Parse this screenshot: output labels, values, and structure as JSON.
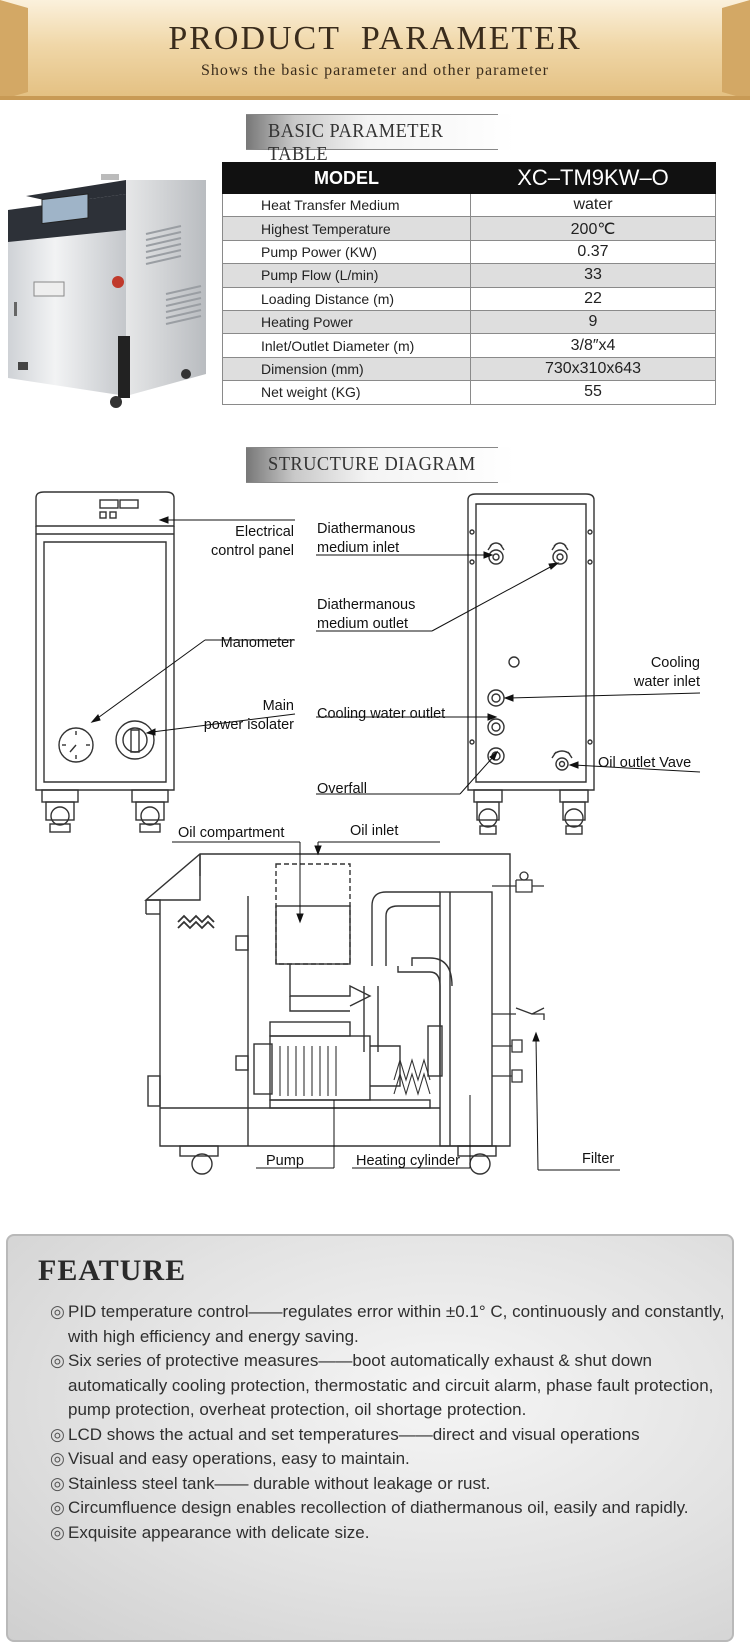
{
  "banner": {
    "title": "PRODUCT  PARAMETER",
    "subtitle": "Shows the basic parameter and other parameter"
  },
  "basic_section": {
    "heading": "BASIC PARAMETER TABLE",
    "header": [
      "MODEL",
      "XC–TM9KW–O"
    ],
    "rows": [
      [
        "Heat Transfer Medium",
        "water"
      ],
      [
        "Highest Temperature",
        "200℃"
      ],
      [
        "Pump Power (KW)",
        "0.37"
      ],
      [
        "Pump Flow (L/min)",
        "33"
      ],
      [
        "Loading Distance (m)",
        "22"
      ],
      [
        "Heating Power",
        "9"
      ],
      [
        "Inlet/Outlet Diameter (m)",
        "3/8″x4"
      ],
      [
        "Dimension (mm)",
        "730x310x643"
      ],
      [
        "Net weight (KG)",
        "55"
      ]
    ]
  },
  "structure_section": {
    "heading": "STRUCTURE DIAGRAM",
    "front_labels": {
      "electrical_1": "Electrical",
      "electrical_2": "control panel",
      "manometer": "Manometer",
      "main_1": "Main",
      "main_2": "power isolater"
    },
    "back_labels": {
      "dia_in_1": "Diathermanous",
      "dia_in_2": "medium inlet",
      "dia_out_1": "Diathermanous",
      "dia_out_2": "medium outlet",
      "cooling_in_1": "Cooling",
      "cooling_in_2": "water inlet",
      "cooling_out": "Cooling water outlet",
      "oil_outlet": "Oil outlet Vave",
      "overfall": "Overfall"
    },
    "side_labels": {
      "oil_compartment": "Oil compartment",
      "oil_inlet": "Oil inlet",
      "pump": "Pump",
      "heating_cylinder": "Heating cylinder",
      "filter": "Filter"
    }
  },
  "feature": {
    "title": "FEATURE",
    "marker": "◎",
    "items": [
      "PID temperature control——regulates error within ±0.1° C, continuously and constantly, with high efficiency and energy saving.",
      "Six series of protective measures——boot automatically exhaust & shut down automatically cooling protection, thermostatic and circuit alarm, phase fault protection, pump protection, overheat protection, oil shortage protection.",
      "LCD shows the actual and set temperatures——direct and visual operations",
      "Visual and easy operations, easy to maintain.",
      "Stainless steel tank—— durable without leakage or rust.",
      "Circumfluence design enables recollection of diathermanous oil, easily and rapidly.",
      "Exquisite appearance with delicate size."
    ]
  },
  "colors": {
    "banner_gold": "#e3bf80",
    "table_header": "#111111",
    "row_alt": "#dedede",
    "feature_bg": "#e2e2e2"
  }
}
